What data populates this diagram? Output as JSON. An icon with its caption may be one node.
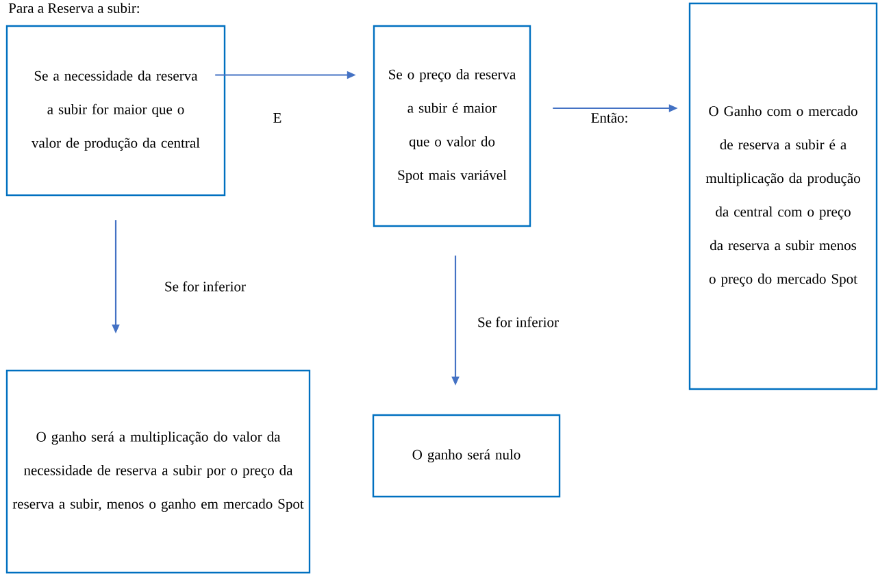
{
  "diagram": {
    "title": "Para a Reserva a subir:",
    "nodes": [
      {
        "text": [
          "Se a necessidade da reserva a subir for maior que o valor de produção da central"
        ]
      },
      {
        "text": [
          "Se o preço da reserva a subir é maior que o valor do Spot mais variável"
        ]
      },
      {
        "text": [
          "O Ganho com o mercado de reserva a subir é a multiplicação da produção da central com o preço da reserva a subir menos o preço do mercado Spot"
        ]
      },
      {
        "text": [
          "O ganho será a multiplicação do valor da necessidade de reserva a subir por o preço da reserva a subir, menos o ganho em mercado Spot"
        ]
      },
      {
        "text": [
          "O ganho será nulo"
        ]
      }
    ],
    "edges": [
      {
        "from": 0,
        "to": 1,
        "arrow": "to",
        "label": "E"
      },
      {
        "from": 1,
        "to": 2,
        "arrow": "to",
        "label": "Então:"
      },
      {
        "from": 0,
        "to": 3,
        "arrow": "to",
        "label": "Se for inferior"
      },
      {
        "from": 1,
        "to": 4,
        "arrow": "to",
        "label": "Se for inferior"
      }
    ]
  }
}
